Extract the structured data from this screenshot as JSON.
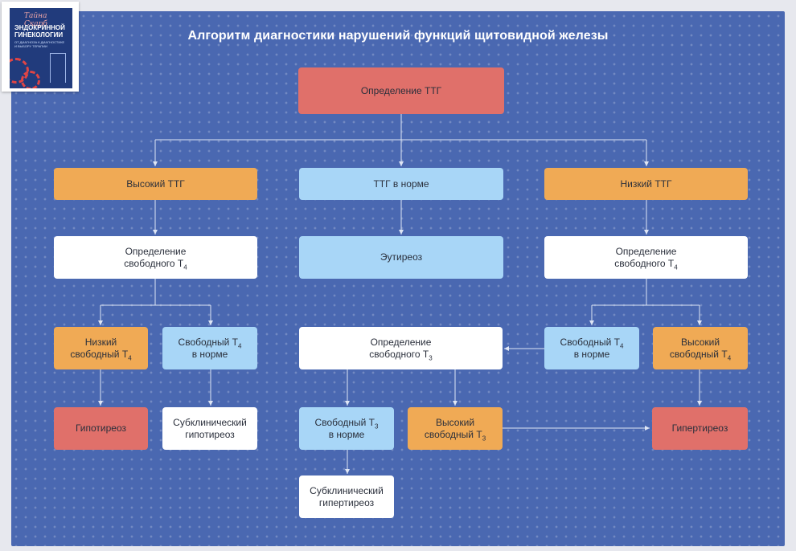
{
  "title": "Алгоритм диагностики нарушений функций щитовидной железы",
  "book_cover": {
    "script_title": "Тайна Скарб",
    "title": "ЭНДОКРИННОЙ ГИНЕКОЛОГИИ",
    "subtitle": "ОТ ДИАГНОЗА К ДИАГНОСТИКЕ И ВЫБОРУ ТЕРАПИИ"
  },
  "nodes": {
    "ttg": {
      "line1": "Определение ТТГ"
    },
    "high_ttg": {
      "line1": "Высокий ТТГ"
    },
    "normal_ttg": {
      "line1": "ТТГ в норме"
    },
    "low_ttg": {
      "line1": "Низкий ТТГ"
    },
    "det_t4_left": {
      "line1": "Определение",
      "line2": "свободного Т",
      "sub": "4"
    },
    "euthyroid": {
      "line1": "Эутиреоз"
    },
    "det_t4_right": {
      "line1": "Определение",
      "line2": "свободного Т",
      "sub": "4"
    },
    "low_t4": {
      "line1": "Низкий",
      "line2": "свободный Т",
      "sub": "4"
    },
    "t4_norm_left": {
      "line1": "Свободный Т",
      "sub1": "4",
      "line2": "в норме"
    },
    "det_t3": {
      "line1": "Определение",
      "line2": "свободного Т",
      "sub": "3"
    },
    "t4_norm_right": {
      "line1": "Свободный Т",
      "sub1": "4",
      "line2": "в норме"
    },
    "high_t4": {
      "line1": "Высокий",
      "line2": "свободный Т",
      "sub": "4"
    },
    "hypothyroid": {
      "line1": "Гипотиреоз"
    },
    "subclin_hypo": {
      "line1": "Субклинический",
      "line2": "гипотиреоз"
    },
    "t3_norm": {
      "line1": "Свободный Т",
      "sub1": "3",
      "line2": "в норме"
    },
    "high_t3": {
      "line1": "Высокий",
      "line2": "свободный Т",
      "sub": "3"
    },
    "hyperthyroid": {
      "line1": "Гипертиреоз"
    },
    "subclin_hyper": {
      "line1": "Субклинический",
      "line2": "гипертиреоз"
    }
  },
  "colors": {
    "background": "#4a68b1",
    "red": "#e0706a",
    "orange": "#f0aa55",
    "light_blue": "#a8d6f7",
    "white": "#ffffff",
    "connector": "#dfe6f5"
  }
}
